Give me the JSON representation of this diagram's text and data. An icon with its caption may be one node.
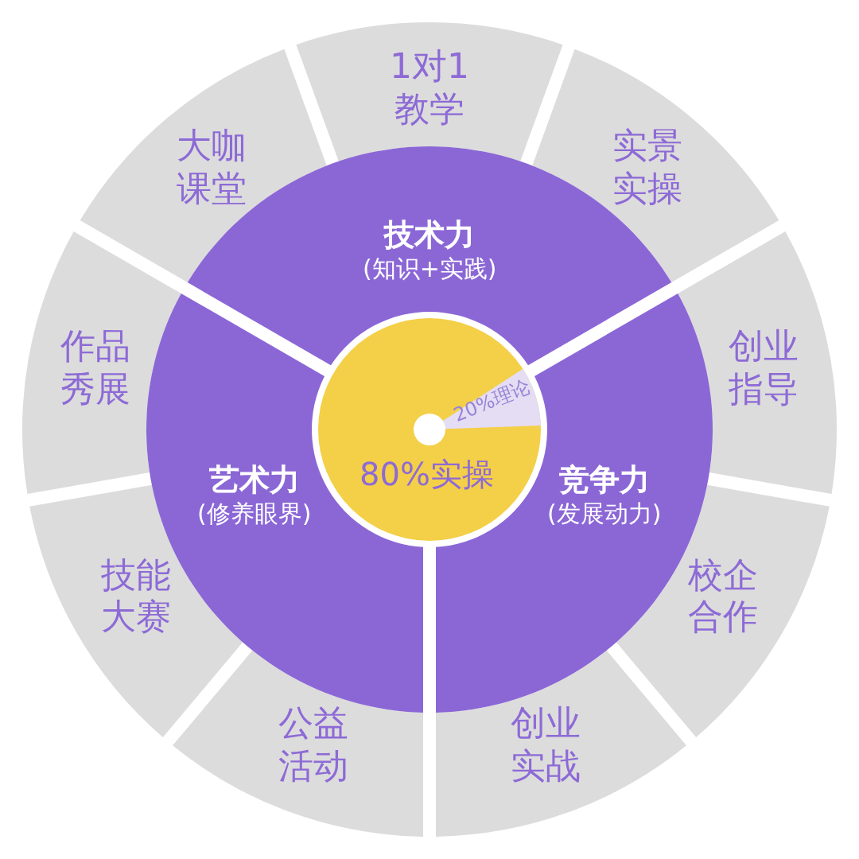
{
  "diagram": {
    "nodes": [
      {
        "text": [
          "1对1教学"
        ]
      },
      {
        "text": [
          "实景实操"
        ]
      },
      {
        "text": [
          "创业指导"
        ]
      },
      {
        "text": [
          "校企合作"
        ]
      },
      {
        "text": [
          "创业实战"
        ]
      },
      {
        "text": [
          "公益活动"
        ]
      },
      {
        "text": [
          "技能大赛"
        ]
      },
      {
        "text": [
          "作品秀展"
        ]
      },
      {
        "text": [
          "大咖课堂"
        ]
      },
      {
        "text": [
          "技术力",
          "(知识+实践)"
        ]
      },
      {
        "text": [
          "艺术力",
          "(修养眼界)"
        ]
      },
      {
        "text": [
          "竞争力",
          "(发展动力)"
        ]
      },
      {
        "text": [
          "80%实操"
        ]
      },
      {
        "text": [
          "20%理论"
        ],
        "in": 12
      }
    ]
  }
}
